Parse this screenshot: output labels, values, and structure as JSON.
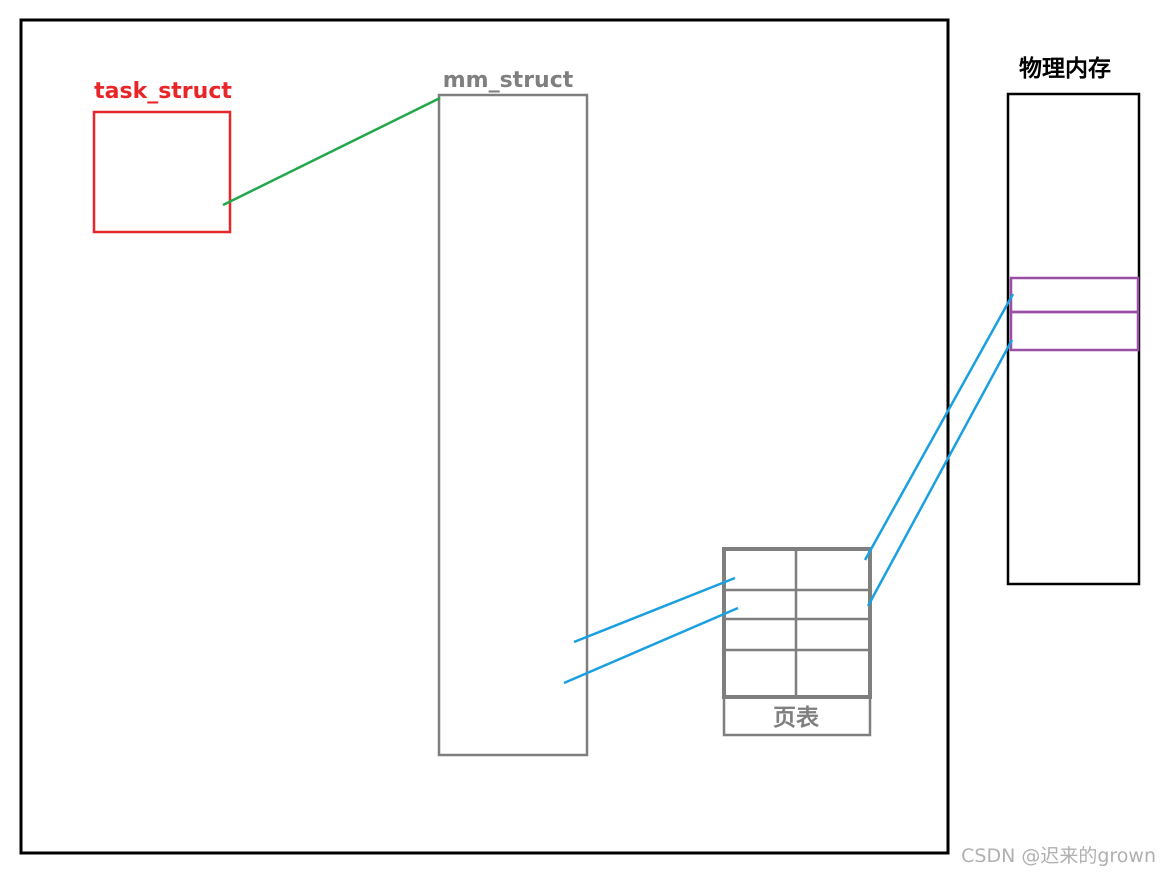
{
  "labels": {
    "task_struct": "task_struct",
    "mm_struct": "mm_struct",
    "page_table": "页表",
    "physical_memory": "物理内存"
  },
  "watermark": "CSDN @迟来的grown",
  "colors": {
    "outer_border": "#000000",
    "task_struct": "#e8262a",
    "mm_struct": "#7f7f7f",
    "page_table": "#7f7f7f",
    "physical_memory": "#000000",
    "memory_block": "#9b4ea6",
    "green_link": "#21a84a",
    "blue_link": "#1aa0e0",
    "watermark": "#b0b0b0"
  }
}
